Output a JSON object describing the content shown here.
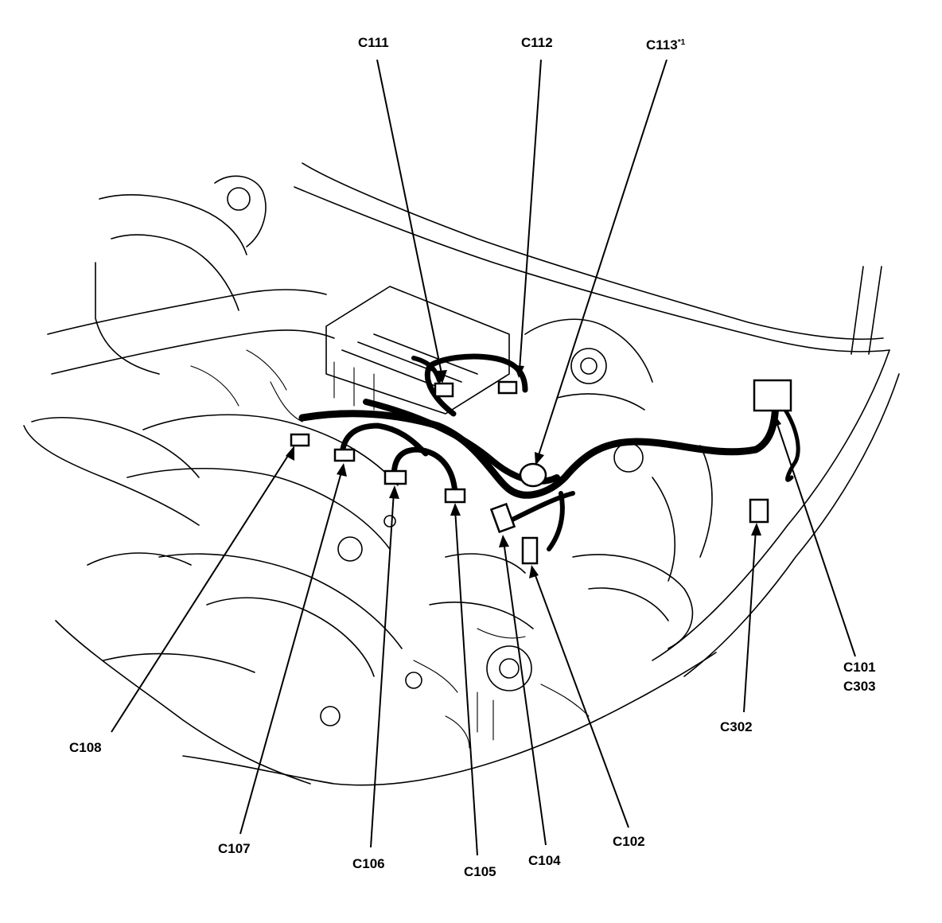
{
  "connectors": [
    {
      "id": "c111",
      "labels": [
        "C111"
      ]
    },
    {
      "id": "c112",
      "labels": [
        "C112"
      ]
    },
    {
      "id": "c113",
      "labels": [
        "C113"
      ],
      "sup": "*1"
    },
    {
      "id": "c101",
      "labels": [
        "C101",
        "C303"
      ]
    },
    {
      "id": "c302",
      "labels": [
        "C302"
      ]
    },
    {
      "id": "c108",
      "labels": [
        "C108"
      ]
    },
    {
      "id": "c107",
      "labels": [
        "C107"
      ]
    },
    {
      "id": "c106",
      "labels": [
        "C106"
      ]
    },
    {
      "id": "c105",
      "labels": [
        "C105"
      ]
    },
    {
      "id": "c104",
      "labels": [
        "C104"
      ]
    },
    {
      "id": "c102",
      "labels": [
        "C102"
      ]
    }
  ],
  "colors": {
    "ink": "#000000",
    "paper": "#ffffff"
  }
}
